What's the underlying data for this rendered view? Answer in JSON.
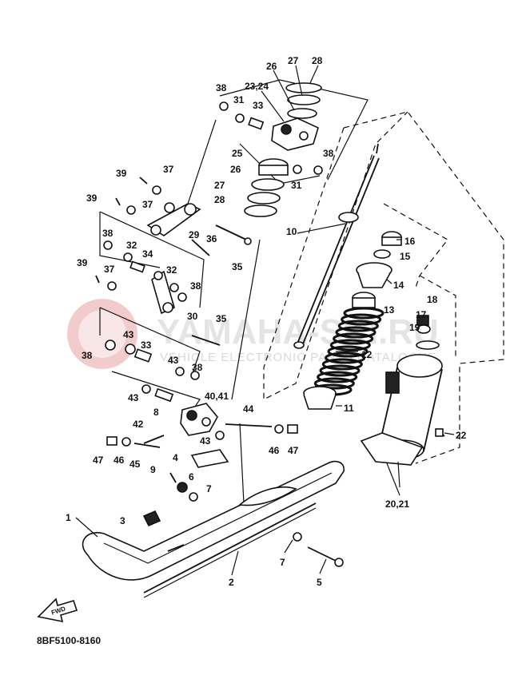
{
  "diagram": {
    "code": "8BF5100-8160",
    "fwd_label": "FWD",
    "watermark": {
      "title": "YAMAHA-SKI.RU",
      "subtitle": "VEHICLE ELECTRONIC PARTS CATALOGUE"
    },
    "labels": [
      {
        "id": "l28a",
        "text": "28"
      },
      {
        "id": "l27a",
        "text": "27"
      },
      {
        "id": "l26a",
        "text": "26"
      },
      {
        "id": "l2324",
        "text": "23,24"
      },
      {
        "id": "l38a",
        "text": "38"
      },
      {
        "id": "l31a",
        "text": "31"
      },
      {
        "id": "l33a",
        "text": "33"
      },
      {
        "id": "l38b",
        "text": "38"
      },
      {
        "id": "l31b",
        "text": "31"
      },
      {
        "id": "l25",
        "text": "25"
      },
      {
        "id": "l26b",
        "text": "26"
      },
      {
        "id": "l27b",
        "text": "27"
      },
      {
        "id": "l28b",
        "text": "28"
      },
      {
        "id": "l39a",
        "text": "39"
      },
      {
        "id": "l37a",
        "text": "37"
      },
      {
        "id": "l39b",
        "text": "39"
      },
      {
        "id": "l37b",
        "text": "37"
      },
      {
        "id": "l29",
        "text": "29"
      },
      {
        "id": "l36",
        "text": "36"
      },
      {
        "id": "l38c",
        "text": "38"
      },
      {
        "id": "l32a",
        "text": "32"
      },
      {
        "id": "l34",
        "text": "34"
      },
      {
        "id": "l35a",
        "text": "35"
      },
      {
        "id": "l39c",
        "text": "39"
      },
      {
        "id": "l37c",
        "text": "37"
      },
      {
        "id": "l32b",
        "text": "32"
      },
      {
        "id": "l38d",
        "text": "38"
      },
      {
        "id": "l30",
        "text": "30"
      },
      {
        "id": "l35b",
        "text": "35"
      },
      {
        "id": "l43a",
        "text": "43"
      },
      {
        "id": "l38e",
        "text": "38"
      },
      {
        "id": "l33b",
        "text": "33"
      },
      {
        "id": "l43b",
        "text": "43"
      },
      {
        "id": "l38f",
        "text": "38"
      },
      {
        "id": "l43c",
        "text": "43"
      },
      {
        "id": "l8",
        "text": "8"
      },
      {
        "id": "l4041",
        "text": "40,41"
      },
      {
        "id": "l44",
        "text": "44"
      },
      {
        "id": "l42",
        "text": "42"
      },
      {
        "id": "l43d",
        "text": "43"
      },
      {
        "id": "l47a",
        "text": "47"
      },
      {
        "id": "l46a",
        "text": "46"
      },
      {
        "id": "l45",
        "text": "45"
      },
      {
        "id": "l4",
        "text": "4"
      },
      {
        "id": "l46b",
        "text": "46"
      },
      {
        "id": "l47b",
        "text": "47"
      },
      {
        "id": "l9",
        "text": "9"
      },
      {
        "id": "l6",
        "text": "6"
      },
      {
        "id": "l7a",
        "text": "7"
      },
      {
        "id": "l3",
        "text": "3"
      },
      {
        "id": "l1",
        "text": "1"
      },
      {
        "id": "l2",
        "text": "2"
      },
      {
        "id": "l7b",
        "text": "7"
      },
      {
        "id": "l5",
        "text": "5"
      },
      {
        "id": "l10",
        "text": "10"
      },
      {
        "id": "l16",
        "text": "16"
      },
      {
        "id": "l15",
        "text": "15"
      },
      {
        "id": "l14",
        "text": "14"
      },
      {
        "id": "l13",
        "text": "13"
      },
      {
        "id": "l18",
        "text": "18"
      },
      {
        "id": "l17",
        "text": "17"
      },
      {
        "id": "l19",
        "text": "19"
      },
      {
        "id": "l12",
        "text": "12"
      },
      {
        "id": "l11",
        "text": "11"
      },
      {
        "id": "l22",
        "text": "22"
      },
      {
        "id": "l2021",
        "text": "20,21"
      }
    ]
  }
}
